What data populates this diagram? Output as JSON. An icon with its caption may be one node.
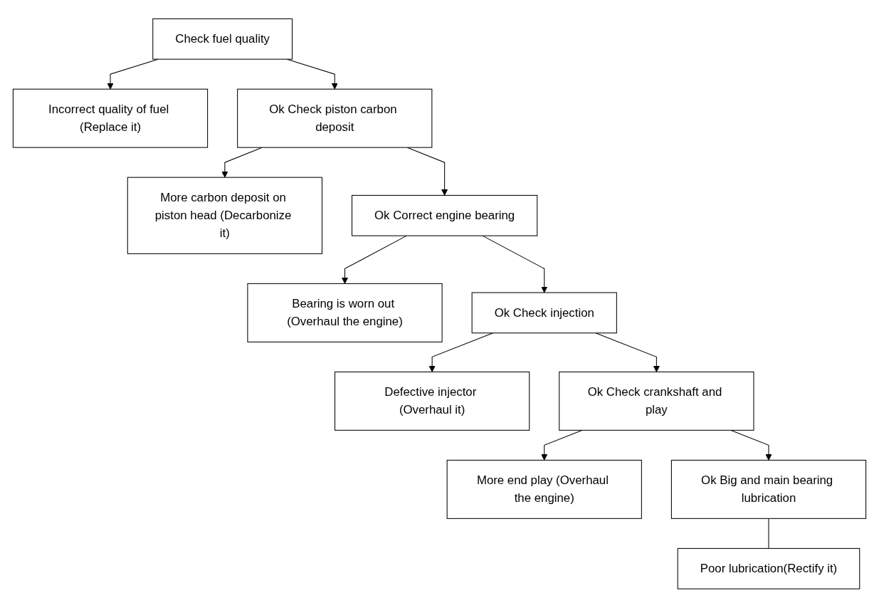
{
  "diagram": {
    "nodes": [
      {
        "text": [
          "Check fuel quality"
        ]
      },
      {
        "text": [
          "Incorrect quality of fuel (Replace it)"
        ]
      },
      {
        "text": [
          "Ok Check piston carbon deposit"
        ]
      },
      {
        "text": [
          "More carbon deposit on piston head (Decarbonize it)"
        ]
      },
      {
        "text": [
          "Ok Correct engine bearing"
        ]
      },
      {
        "text": [
          "Bearing is worn out (Overhaul the engine)"
        ]
      },
      {
        "text": [
          "Ok Check injection"
        ]
      },
      {
        "text": [
          "Defective injector (Overhaul it)"
        ]
      },
      {
        "text": [
          "Ok Check crankshaft and play"
        ]
      },
      {
        "text": [
          "More end play (Overhaul the engine)"
        ]
      },
      {
        "text": [
          "Ok Big and main bearing lubrication"
        ]
      },
      {
        "text": [
          "Poor lubrication(Rectify it)"
        ]
      }
    ],
    "edges": [
      {
        "from": 0,
        "to": 1,
        "arrow": "to"
      },
      {
        "from": 0,
        "to": 2,
        "arrow": "to"
      },
      {
        "from": 2,
        "to": 3,
        "arrow": "to"
      },
      {
        "from": 2,
        "to": 4,
        "arrow": "to"
      },
      {
        "from": 4,
        "to": 5,
        "arrow": "to"
      },
      {
        "from": 4,
        "to": 6,
        "arrow": "to"
      },
      {
        "from": 6,
        "to": 7,
        "arrow": "to"
      },
      {
        "from": 6,
        "to": 8,
        "arrow": "to"
      },
      {
        "from": 8,
        "to": 9,
        "arrow": "to"
      },
      {
        "from": 8,
        "to": 10,
        "arrow": "to"
      },
      {
        "from": 10,
        "to": 11,
        "arrow": "none"
      }
    ]
  }
}
